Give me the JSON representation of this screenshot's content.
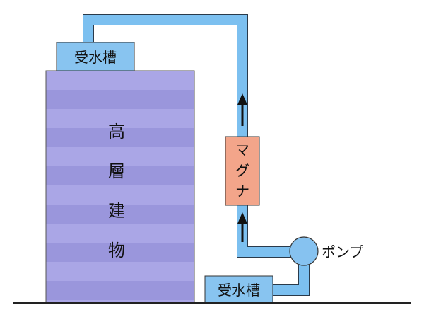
{
  "building": {
    "label_chars": [
      "高",
      "層",
      "建",
      "物"
    ]
  },
  "tanks": {
    "upper_label": "受水槽",
    "lower_label": "受水槽"
  },
  "magna": {
    "label_chars": [
      "マ",
      "グ",
      "ナ"
    ]
  },
  "pump": {
    "label": "ポンプ"
  },
  "colors": {
    "pipe": "#7cc0f0",
    "pipe_outline": "#2a3a4a",
    "tank_fill": "#88c4f0",
    "building_stripe_light": "#aaa6e6",
    "building_stripe_dark": "#9a96dc",
    "magna_fill": "#f3a58a",
    "pump_fill": "#86c2f0",
    "arrow": "#111111",
    "ground": "#222222"
  }
}
